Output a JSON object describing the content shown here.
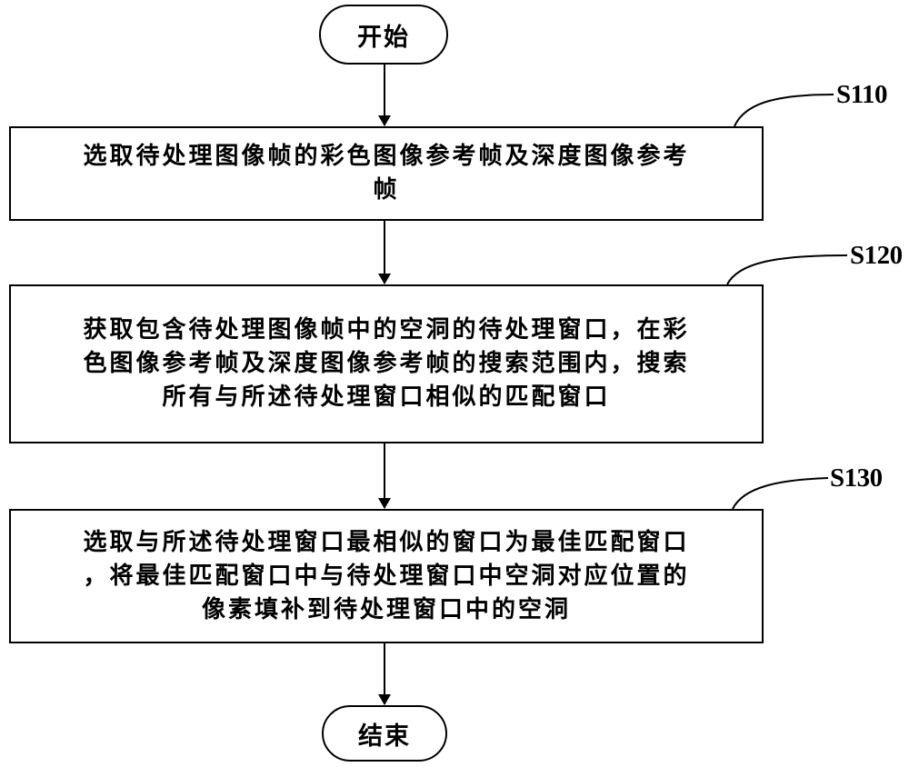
{
  "flowchart": {
    "start": "开始",
    "end": "结束",
    "steps": [
      {
        "label": "S110",
        "lines": [
          "选取待处理图像帧的彩色图像参考帧及深度图像参考",
          "帧"
        ]
      },
      {
        "label": "S120",
        "lines": [
          "获取包含待处理图像帧中的空洞的待处理窗口，在彩",
          "色图像参考帧及深度图像参考帧的搜索范围内，搜索",
          "所有与所述待处理窗口相似的匹配窗口"
        ]
      },
      {
        "label": "S130",
        "lines": [
          "选取与所述待处理窗口最相似的窗口为最佳匹配窗口",
          "，将最佳匹配窗口中与待处理窗口中空洞对应位置的",
          "像素填补到待处理窗口中的空洞"
        ]
      }
    ]
  }
}
